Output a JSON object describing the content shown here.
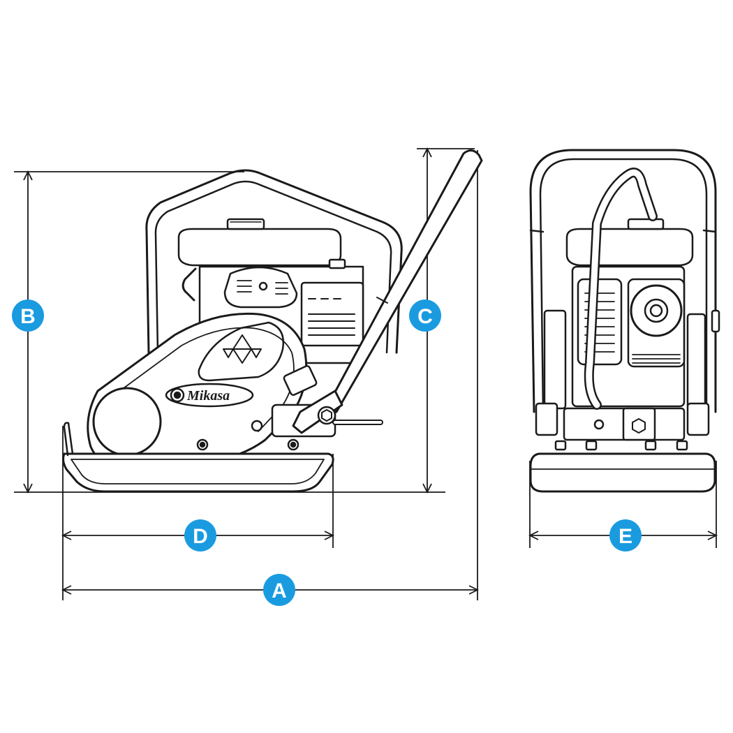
{
  "diagram": {
    "brand_logo": "Mikasa",
    "badge_color": "#1a9be0",
    "line_color": "#1a1a1a",
    "dimensions": {
      "A": "A",
      "B": "B",
      "C": "C",
      "D": "D",
      "E": "E"
    }
  }
}
